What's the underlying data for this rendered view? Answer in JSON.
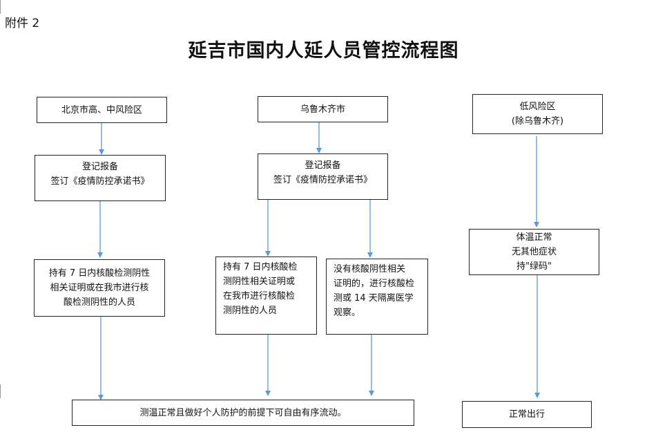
{
  "header": {
    "attachment": "附件 2",
    "title": "延吉市国内人延人员管控流程图"
  },
  "boxes": {
    "beijing": {
      "lines": [
        "北京市高、中风险区"
      ]
    },
    "urumqi": {
      "lines": [
        "乌鲁木齐市"
      ]
    },
    "lowrisk": {
      "lines": [
        "低风险区",
        "(除乌鲁木齐)"
      ]
    },
    "register_left": {
      "lines": [
        "登记报备",
        "签订《疫情防控承诺书》"
      ]
    },
    "register_mid": {
      "lines": [
        "登记报备",
        "签订《疫情防控承诺书》"
      ]
    },
    "temp_normal": {
      "lines": [
        "体温正常",
        "无其他症状",
        "持\"绿码\""
      ]
    },
    "negative_left": {
      "lines": [
        "持有 7 日内核酸检测阴性",
        "相关证明或在我市进行核",
        "酸检测阴性的人员"
      ]
    },
    "negative_mid": {
      "lines": [
        "持有 7 日内核酸检",
        "测阴性相关证明或",
        "在我市进行核酸检",
        "测阴性的人员"
      ]
    },
    "no_negative": {
      "lines": [
        "没有核酸阴性相关",
        "证明的，进行核酸检",
        "测或 14 天隔离医学",
        "观察。"
      ]
    },
    "free_flow": {
      "lines": [
        "测温正常且做好个人防护的前提下可自由有序流动。"
      ]
    },
    "normal_travel": {
      "lines": [
        "正常出行"
      ]
    }
  },
  "colors": {
    "arrow": "#5b9bd5",
    "border": "#222222"
  }
}
